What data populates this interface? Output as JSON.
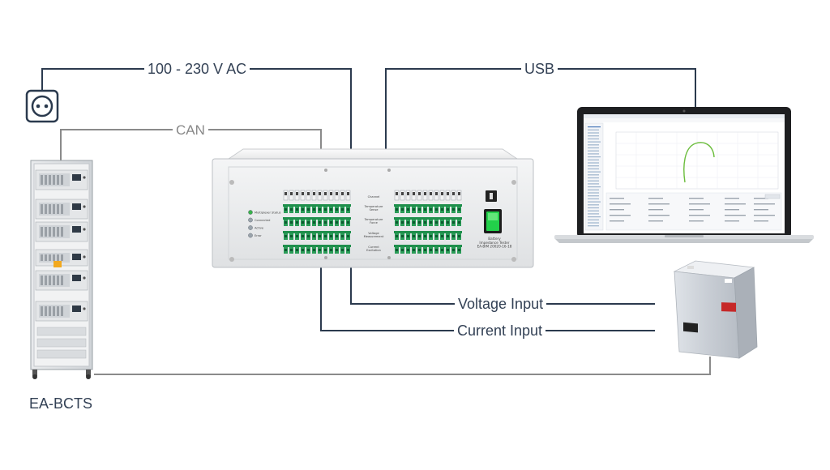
{
  "labels": {
    "ac": "100 - 230 V AC",
    "usb": "USB",
    "can": "CAN",
    "voltage": "Voltage Input",
    "current": "Current Input",
    "rack": "EA-BCTS"
  },
  "device": {
    "status_items": [
      "Multiplexer Status",
      "Connected",
      "Active",
      "Error"
    ],
    "section_labels": [
      "Channel",
      "Temperature Sense",
      "Temperature Force",
      "Voltage Measurement",
      "Current Excitation"
    ],
    "model_text": "Battery Impedance Tester EA-BIM 20020-16-18"
  },
  "laptop": {
    "window_title": "Measurement Results"
  },
  "colors": {
    "line_dark": "#2b3a4e",
    "line_gray": "#8a8a8a",
    "led_green": "#38b24a",
    "terminal_green": "#1f8f4c",
    "switch_green": "#22d04a"
  }
}
